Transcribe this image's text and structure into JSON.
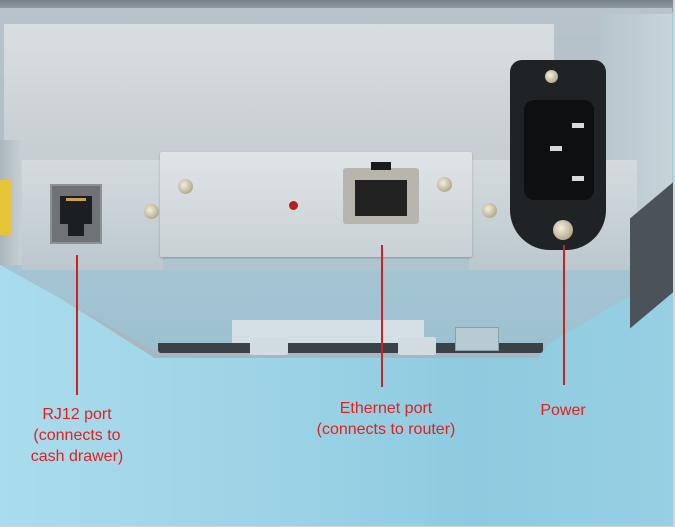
{
  "image": {
    "description": "Rear view of a receipt printer showing its connection ports, annotated with red callouts"
  },
  "callouts": [
    {
      "id": "rj12",
      "lines": [
        "RJ12 port",
        "(connects to",
        "cash drawer)"
      ]
    },
    {
      "id": "ethernet",
      "lines": [
        "Ethernet port",
        "(connects to router)"
      ]
    },
    {
      "id": "power",
      "lines": [
        "Power"
      ]
    }
  ],
  "colors": {
    "callout_text": "#e2201f",
    "leader_line": "#d21f1f",
    "background": "#9dd3e6",
    "device_metal": "#c9d1d6"
  }
}
